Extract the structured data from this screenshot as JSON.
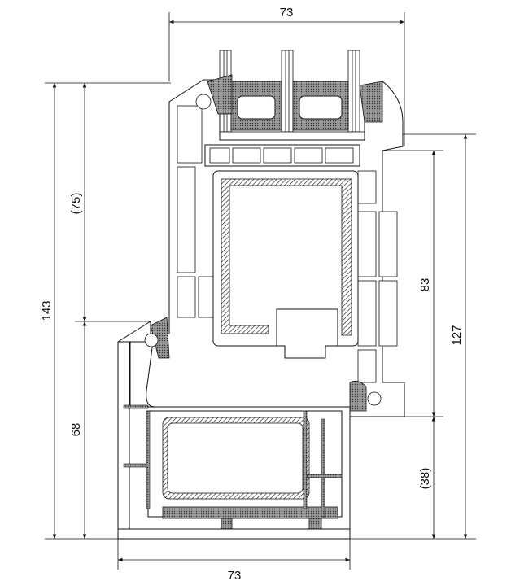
{
  "dimensions": {
    "top_width": "73",
    "sash_height": "(75)",
    "total_height": "143",
    "frame_height": "68",
    "glazing_height": "83",
    "outer_height": "127",
    "frame_visible": "(38)",
    "bottom_width": "73"
  },
  "colors": {
    "line": "#111111",
    "seal": "#808080",
    "background": "#ffffff"
  }
}
